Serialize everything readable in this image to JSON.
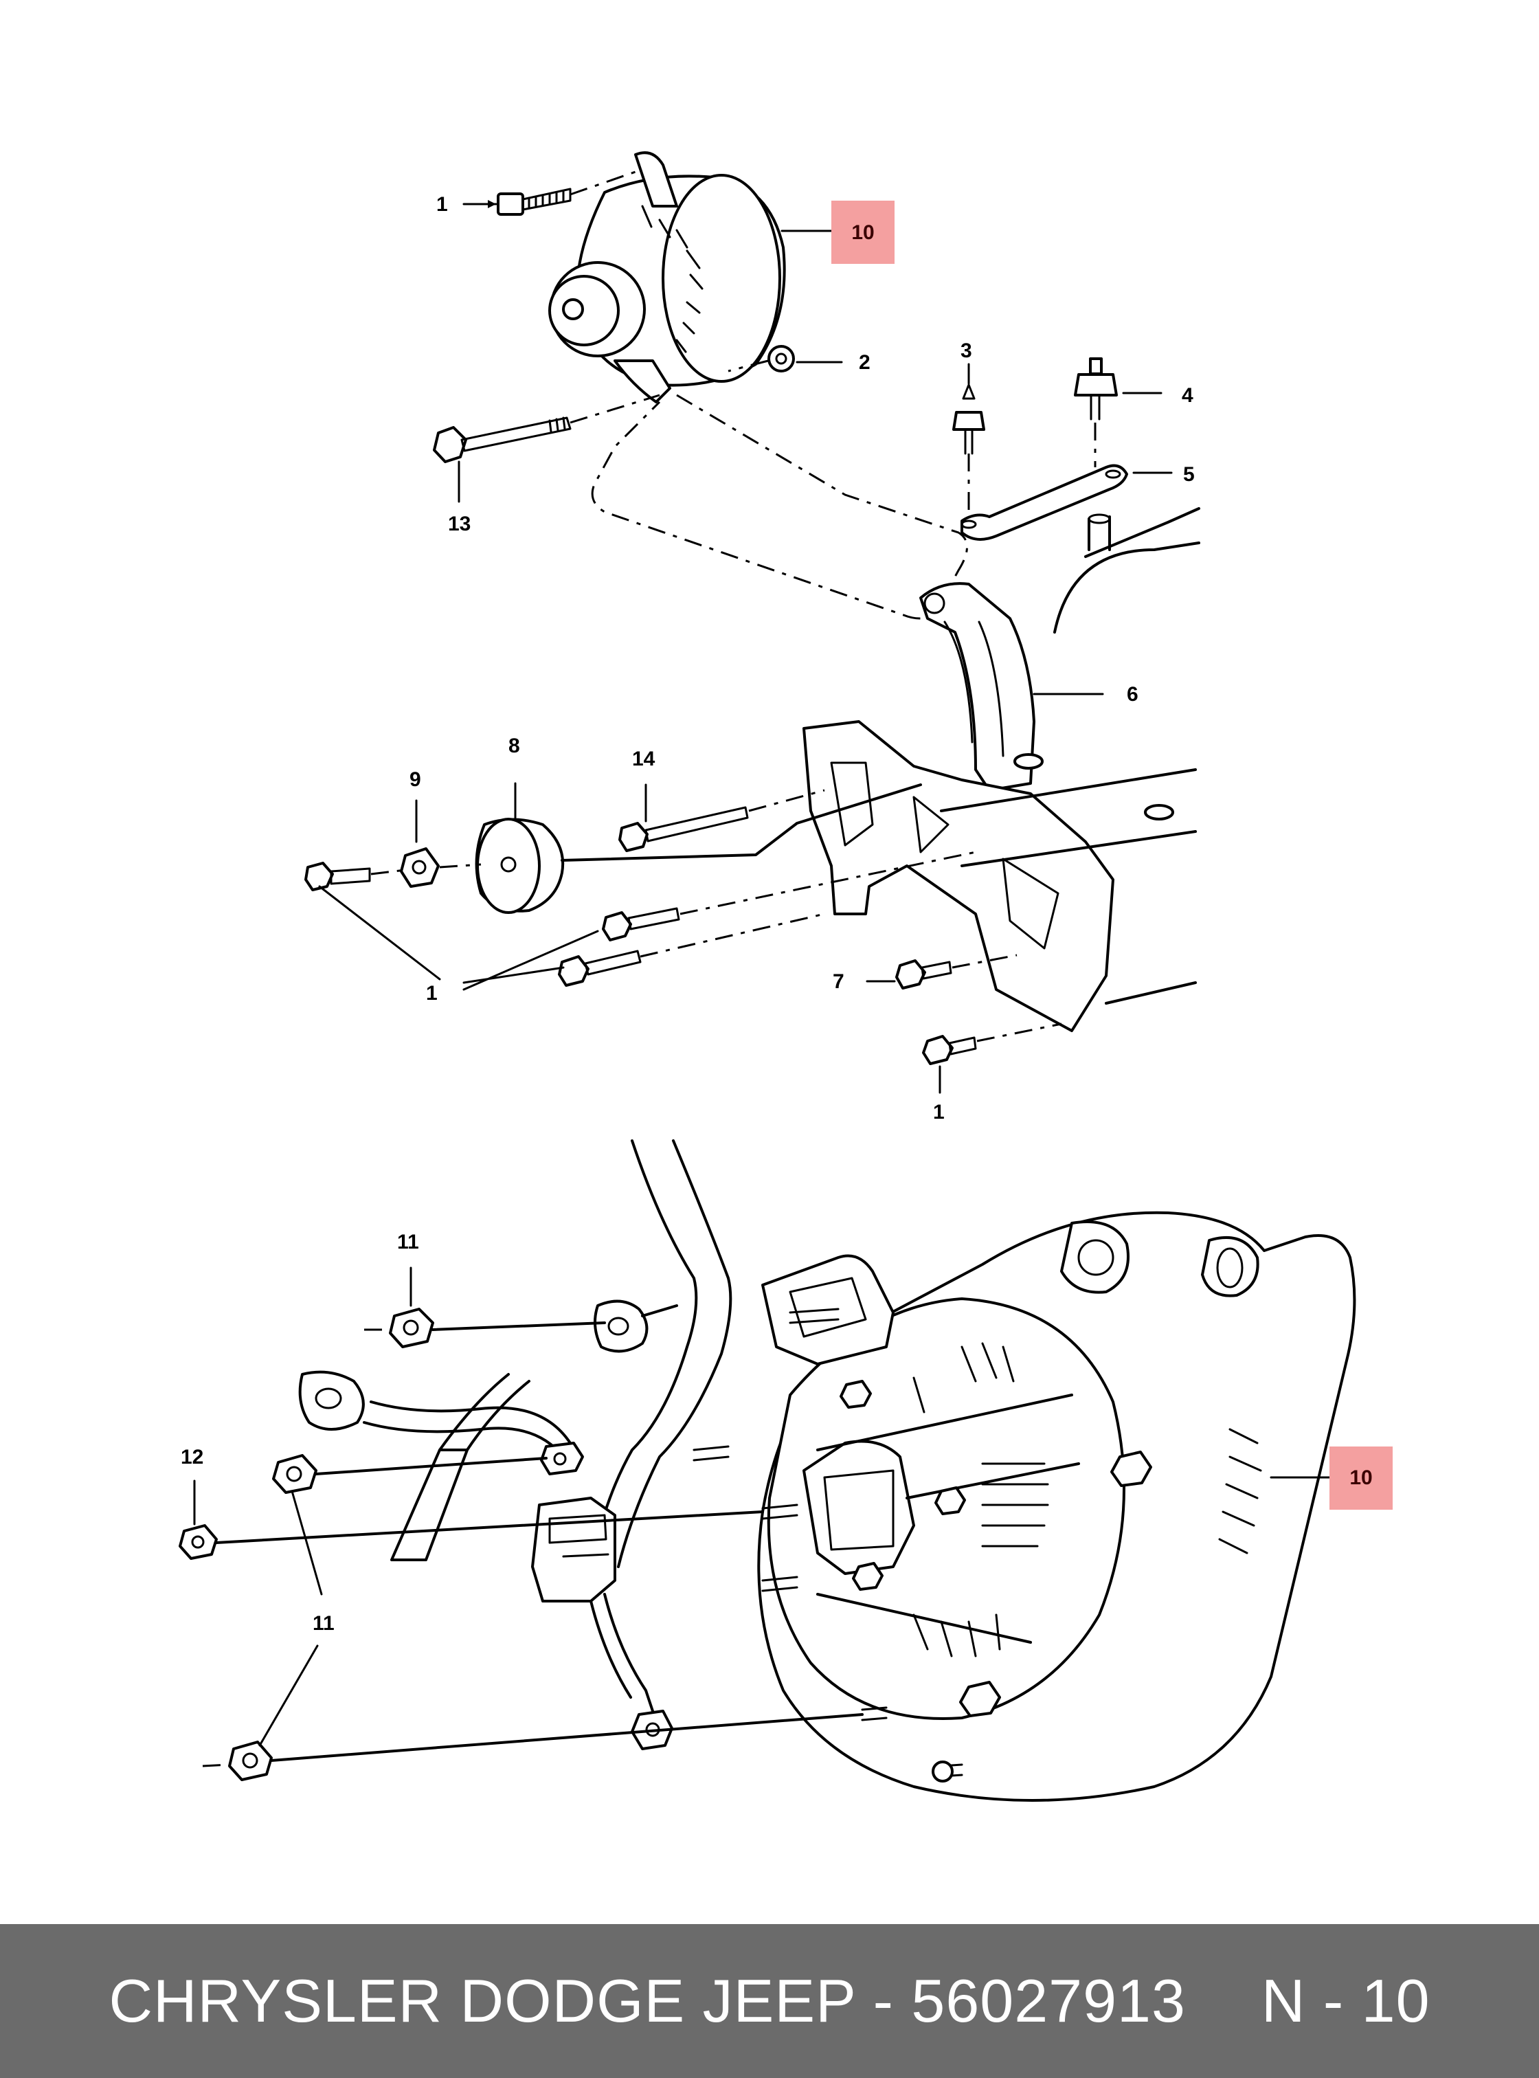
{
  "callouts": {
    "c1_top": "1",
    "c2": "2",
    "c3": "3",
    "c4": "4",
    "c5": "5",
    "c6": "6",
    "c7": "7",
    "c8": "8",
    "c9": "9",
    "c10_top": "10",
    "c13": "13",
    "c14": "14",
    "c1_left": "1",
    "c1_bottom": "1",
    "c11_top": "11",
    "c12": "12",
    "c11_bottom": "11",
    "c10_bottom": "10"
  },
  "colors": {
    "highlight": "#f4a0a0",
    "footer_bg": "#6b6b6b",
    "footer_text": "#ffffff"
  },
  "footer": {
    "brand_part": "CHRYSLER DODGE JEEP - 56027913",
    "page_ref": "N - 10"
  }
}
